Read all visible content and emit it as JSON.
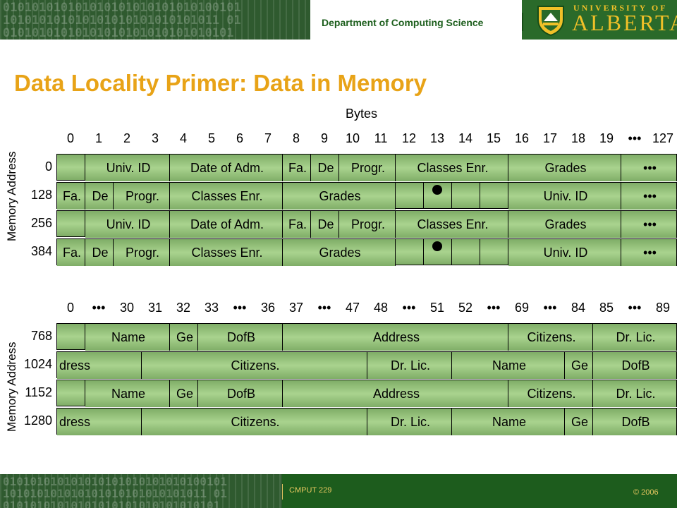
{
  "header": {
    "binary_lines": [
      "010101010101010101010101010100101",
      "101010101010101010101010101011 01",
      "01010101010101010101010101010101"
    ],
    "department": "Department of Computing Science",
    "logo_small": "UNIVERSITY OF",
    "logo_big": "ALBERTA",
    "colors": {
      "green": "#2a6a2a",
      "gold": "#f0c028"
    }
  },
  "title": "Data Locality Primer: Data in Memory",
  "top_table": {
    "bytes_label": "Bytes",
    "axis_label": "Memory Address",
    "ticks": [
      "0",
      "1",
      "2",
      "3",
      "4",
      "5",
      "6",
      "7",
      "8",
      "9",
      "10",
      "11",
      "12",
      "13",
      "14",
      "15",
      "16",
      "17",
      "18",
      "19",
      "•••",
      "127"
    ],
    "rows": [
      {
        "address": "0",
        "fields": [
          {
            "text": "Univ. ID",
            "start": 1,
            "end": 4
          },
          {
            "text": "Date of Adm.",
            "start": 4,
            "end": 8
          },
          {
            "text": "Fa.",
            "start": 8,
            "end": 9
          },
          {
            "text": "De",
            "start": 9,
            "end": 10
          },
          {
            "text": "Progr.",
            "start": 10,
            "end": 12
          },
          {
            "text": "Classes Enr.",
            "start": 12,
            "end": 16
          },
          {
            "text": "Grades",
            "start": 16,
            "end": 20
          },
          {
            "text": "•••",
            "start": 20,
            "end": 22
          }
        ],
        "dot": false
      },
      {
        "address": "128",
        "fields": [
          {
            "text": "Fa.",
            "start": 0,
            "end": 1
          },
          {
            "text": "De",
            "start": 1,
            "end": 2
          },
          {
            "text": "Progr.",
            "start": 2,
            "end": 4
          },
          {
            "text": "Classes Enr.",
            "start": 4,
            "end": 8
          },
          {
            "text": "Grades",
            "start": 8,
            "end": 12
          },
          {
            "text": "",
            "start": 12,
            "end": 16
          },
          {
            "text": "Univ. ID",
            "start": 16,
            "end": 20
          },
          {
            "text": "•••",
            "start": 20,
            "end": 22
          }
        ],
        "dot": true
      },
      {
        "address": "256",
        "fields": [
          {
            "text": "Univ. ID",
            "start": 1,
            "end": 4
          },
          {
            "text": "Date of Adm.",
            "start": 4,
            "end": 8
          },
          {
            "text": "Fa.",
            "start": 8,
            "end": 9
          },
          {
            "text": "De",
            "start": 9,
            "end": 10
          },
          {
            "text": "Progr.",
            "start": 10,
            "end": 12
          },
          {
            "text": "Classes Enr.",
            "start": 12,
            "end": 16
          },
          {
            "text": "Grades",
            "start": 16,
            "end": 20
          },
          {
            "text": "•••",
            "start": 20,
            "end": 22
          }
        ],
        "dot": false
      },
      {
        "address": "384",
        "fields": [
          {
            "text": "Fa.",
            "start": 0,
            "end": 1
          },
          {
            "text": "De",
            "start": 1,
            "end": 2
          },
          {
            "text": "Progr.",
            "start": 2,
            "end": 4
          },
          {
            "text": "Classes Enr.",
            "start": 4,
            "end": 8
          },
          {
            "text": "Grades",
            "start": 8,
            "end": 12
          },
          {
            "text": "",
            "start": 12,
            "end": 16
          },
          {
            "text": "Univ. ID",
            "start": 16,
            "end": 20
          },
          {
            "text": "•••",
            "start": 20,
            "end": 22
          }
        ],
        "dot": true
      }
    ]
  },
  "bottom_table": {
    "axis_label": "Memory Address",
    "ticks": [
      "0",
      "•••",
      "30",
      "31",
      "32",
      "33",
      "•••",
      "36",
      "37",
      "•••",
      "47",
      "48",
      "•••",
      "51",
      "52",
      "•••",
      "69",
      "•••",
      "84",
      "85",
      "•••",
      "89"
    ],
    "rows": [
      {
        "address": "768",
        "fields": [
          {
            "text": "Name",
            "start": 1,
            "end": 4
          },
          {
            "text": "Ge",
            "start": 4,
            "end": 5
          },
          {
            "text": "DofB",
            "start": 5,
            "end": 8
          },
          {
            "text": "Address",
            "start": 8,
            "end": 16
          },
          {
            "text": "Citizens.",
            "start": 16,
            "end": 19
          },
          {
            "text": "Dr. Lic.",
            "start": 19,
            "end": 22
          }
        ]
      },
      {
        "address": "1024",
        "fields": [
          {
            "text": "dress",
            "start": 0,
            "end": 3,
            "left": true
          },
          {
            "text": "Citizens.",
            "start": 3,
            "end": 11
          },
          {
            "text": "Dr. Lic.",
            "start": 11,
            "end": 14
          },
          {
            "text": "Name",
            "start": 14,
            "end": 18
          },
          {
            "text": "Ge",
            "start": 18,
            "end": 19
          },
          {
            "text": "DofB",
            "start": 19,
            "end": 22
          }
        ]
      },
      {
        "address": "1152",
        "fields": [
          {
            "text": "Name",
            "start": 1,
            "end": 4
          },
          {
            "text": "Ge",
            "start": 4,
            "end": 5
          },
          {
            "text": "DofB",
            "start": 5,
            "end": 8
          },
          {
            "text": "Address",
            "start": 8,
            "end": 16
          },
          {
            "text": "Citizens.",
            "start": 16,
            "end": 19
          },
          {
            "text": "Dr. Lic.",
            "start": 19,
            "end": 22
          }
        ]
      },
      {
        "address": "1280",
        "fields": [
          {
            "text": "dress",
            "start": 0,
            "end": 3,
            "left": true
          },
          {
            "text": "Citizens.",
            "start": 3,
            "end": 11
          },
          {
            "text": "Dr. Lic.",
            "start": 11,
            "end": 14
          },
          {
            "text": "Name",
            "start": 14,
            "end": 18
          },
          {
            "text": "Ge",
            "start": 18,
            "end": 19
          },
          {
            "text": "DofB",
            "start": 19,
            "end": 22
          }
        ]
      }
    ]
  },
  "footer": {
    "course": "CMPUT 229",
    "copyright": "© 2006"
  }
}
